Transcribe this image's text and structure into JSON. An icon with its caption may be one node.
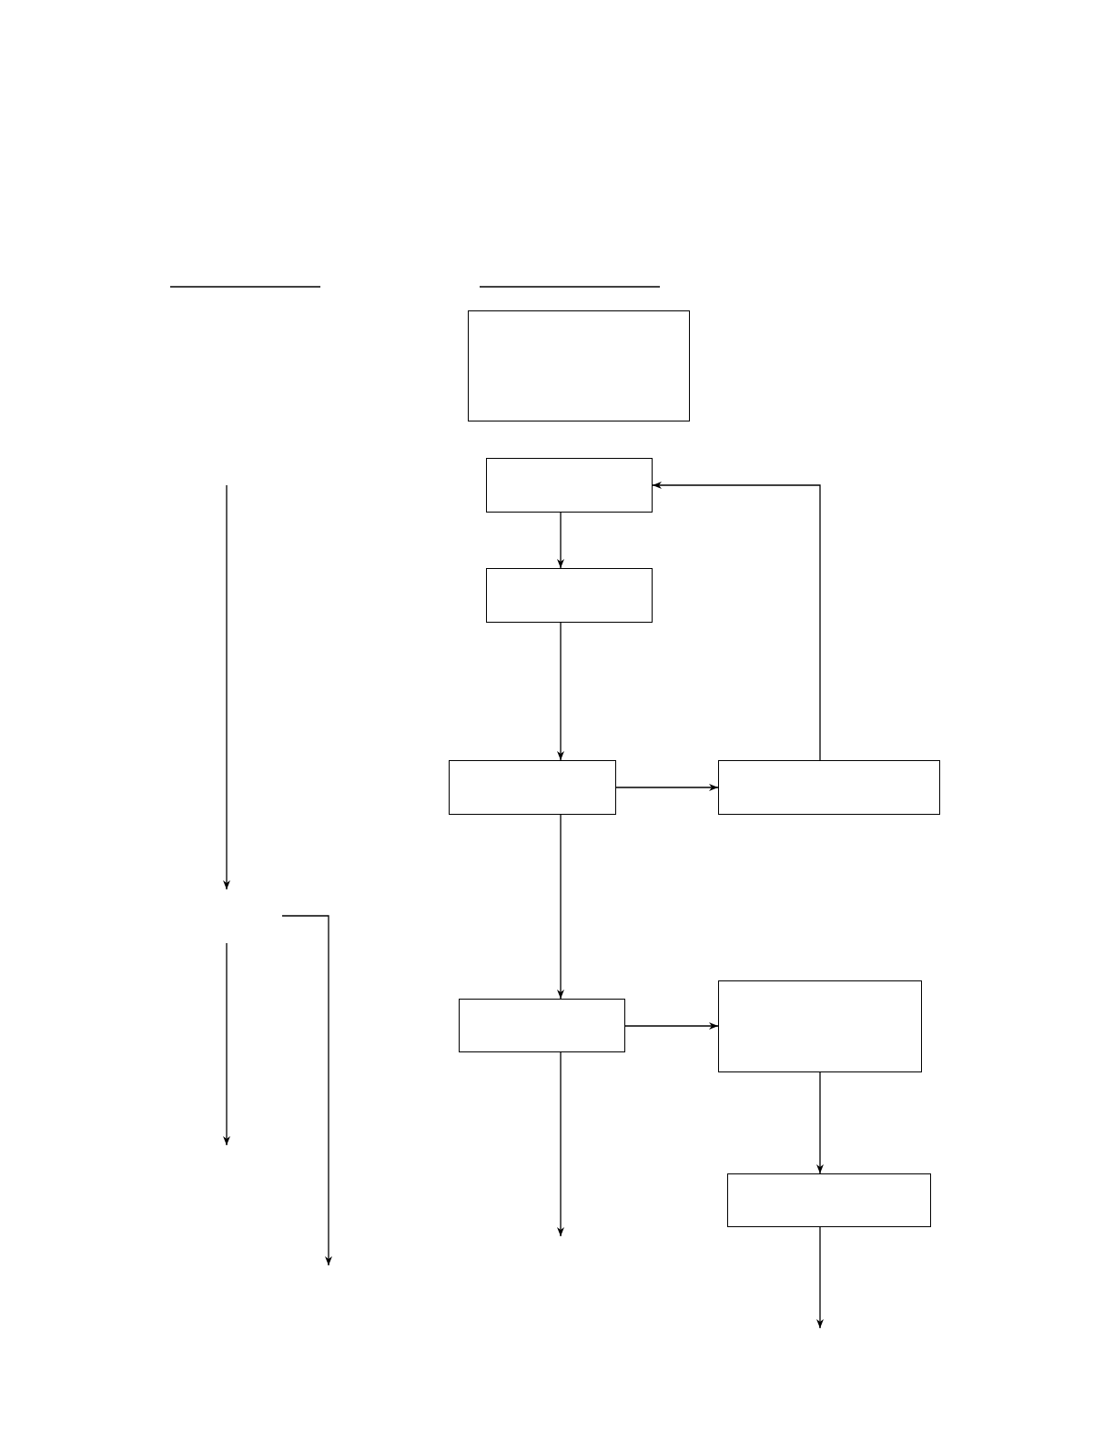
{
  "diagram": {
    "nodes": [
      {
        "text": [],
        "shape": "box"
      },
      {
        "text": [],
        "shape": "box"
      },
      {
        "text": [],
        "shape": "box"
      },
      {
        "text": [],
        "shape": "box"
      },
      {
        "text": [],
        "shape": "box"
      },
      {
        "text": [],
        "shape": "box"
      },
      {
        "text": [],
        "shape": "box"
      },
      {
        "text": [],
        "shape": "box"
      }
    ],
    "edges": [
      {
        "from": 1,
        "to": 2,
        "arrow": "to"
      },
      {
        "from": 2,
        "to": 3,
        "arrow": "to"
      },
      {
        "from": 3,
        "to": 4,
        "arrow": "to"
      },
      {
        "from": 4,
        "to": 1,
        "arrow": "to"
      },
      {
        "from": 3,
        "to": 5,
        "arrow": "to"
      },
      {
        "from": 5,
        "to": 6,
        "arrow": "to"
      },
      {
        "from": 6,
        "to": 7,
        "arrow": "to"
      },
      {
        "from": 5,
        "to": null,
        "arrow": "to"
      },
      {
        "from": 7,
        "to": null,
        "arrow": "to"
      }
    ]
  }
}
